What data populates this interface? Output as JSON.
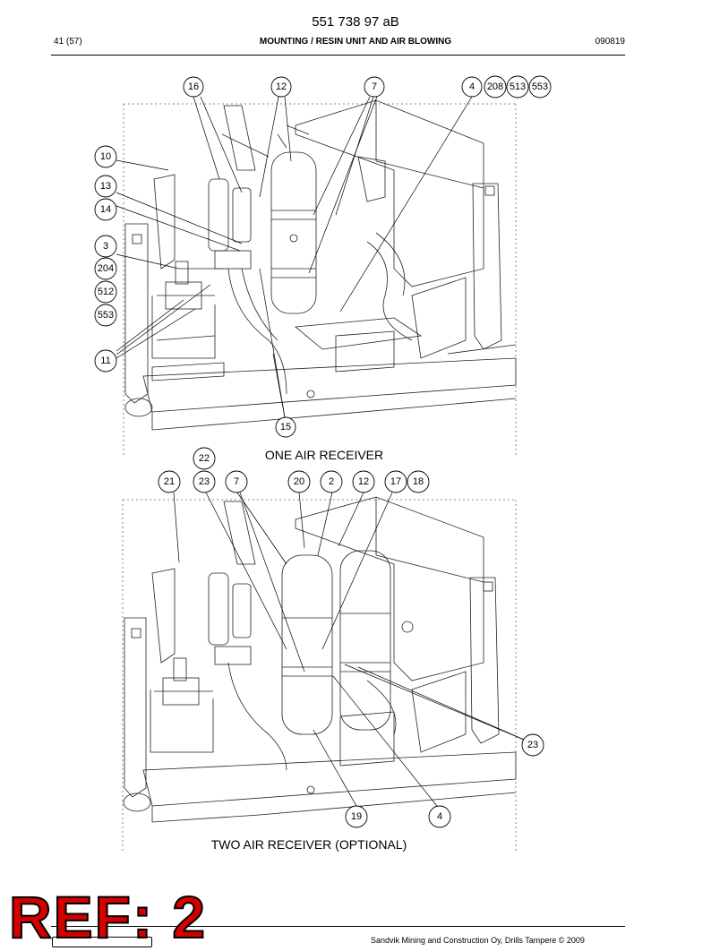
{
  "header": {
    "doc_number": "551 738 97 aB",
    "page": "41 (57)",
    "title": "MOUNTING / RESIN UNIT AND AIR BLOWING",
    "date": "090819"
  },
  "figure1": {
    "caption": "ONE AIR RECEIVER",
    "balloons": [
      "16",
      "12",
      "7",
      "4",
      "208",
      "513",
      "553",
      "10",
      "13",
      "14",
      "3",
      "204",
      "512",
      "553",
      "11",
      "15"
    ]
  },
  "figure2": {
    "caption": "TWO AIR RECEIVER (OPTIONAL)",
    "balloons": [
      "22",
      "21",
      "23",
      "7",
      "20",
      "2",
      "12",
      "17",
      "18",
      "23",
      "19",
      "4"
    ]
  },
  "stamp": "REF: 2",
  "footer": "Sandvik Mining and Construction Oy, Drills Tampere © 2009"
}
